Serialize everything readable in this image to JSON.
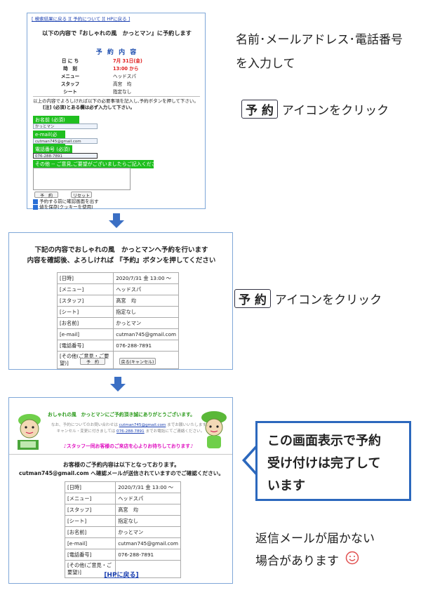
{
  "panel1": {
    "top_links": "[ 検索結果に戻る ][ 予約について ][ HPに戻る ]",
    "heading": "以下の内容で『おしゃれの風　かっとマン』に予約します",
    "section_title": "予 約 内 容",
    "rows": [
      {
        "label": "日 に ち",
        "value": "7月 31日(金)",
        "red": true
      },
      {
        "label": "時　刻",
        "value": "13:00 から",
        "red": true
      },
      {
        "label": "メニュー",
        "value": "ヘッドスパ",
        "red": false
      },
      {
        "label": "スタッフ",
        "value": "高宮　均",
        "red": false
      },
      {
        "label": "シート",
        "value": "指定なし",
        "red": false
      }
    ],
    "instruction_1": "以上の内容でよろしければ以下の必要事項を記入し,予約ボタンを押して下さい。",
    "instruction_2": "[注] (必須)とある欄は必ず入力して下さい。",
    "name_label": "お名前 (必須)",
    "name_value": "かっとマン",
    "email_label": "e-mail(必須)",
    "email_value": "cutman745@gmail.com",
    "phone_label": "電話番号 (必須)",
    "phone_value": "076-288-7891",
    "other_label": "その他 -- ご意見,ご要望がございましたらご記入ください --",
    "reserve_btn": "予　約",
    "reset_btn": "リセット",
    "check_confirm": "予約する前に確認画面を出す",
    "check_save": "値を保存(クッキーを使用)"
  },
  "note1": {
    "line1": "名前･メールアドレス･電話番号",
    "line2": "を入力して"
  },
  "note2": {
    "key": "予 約",
    "text": "アイコンをクリック"
  },
  "panel2": {
    "line1": "下記の内容でおしゃれの風　かっとマンへ予約を行います",
    "line2": "内容を確認後、よろしければ 『予約』ボタンを押してください",
    "rows": [
      {
        "label": "[日時]",
        "value": "2020/7/31 金 13:00 ～"
      },
      {
        "label": "[メニュー]",
        "value": "ヘッドスパ"
      },
      {
        "label": "[スタッフ]",
        "value": "高宮　均"
      },
      {
        "label": "[シート]",
        "value": "指定なし"
      },
      {
        "label": "[お名前]",
        "value": "かっとマン"
      },
      {
        "label": "[e-mail]",
        "value": "cutman745@gmail.com"
      },
      {
        "label": "[電話番号]",
        "value": "076-288-7891"
      },
      {
        "label": "[その他(ご意見・ご要望)]",
        "value": ""
      }
    ],
    "reserve_btn": "予　約",
    "back_btn": "戻る(キャンセル)"
  },
  "note3": {
    "key": "予 約",
    "text": "アイコンをクリック"
  },
  "panel3": {
    "thanks": "おしゃれの風　かっとマンにご予約頂き誠にありがとうございます。",
    "inquiry_pre": "なお、予約についてのお問い合わせは",
    "inquiry_email": "cutman745@gmail.com",
    "inquiry_post": "までお願いいたします。",
    "cancel_pre": "キャンセル・変更に付きましては",
    "cancel_phone": "076-288-7891",
    "cancel_post": "までお電話にてご連絡ください。",
    "staff_msg": "♪スタッフ一同お客様のご来店を心よりお待ちしております♪",
    "summary1": "お客様のご予約内容は以下となっております。",
    "summary2": "cutman745@gmail.com へ確認メールが送信されていますのでご確認ください。",
    "rows": [
      {
        "label": "[日時]",
        "value": "2020/7/31 金 13:00 ～"
      },
      {
        "label": "[メニュー]",
        "value": "ヘッドスパ"
      },
      {
        "label": "[スタッフ]",
        "value": "高宮　均"
      },
      {
        "label": "[シート]",
        "value": "指定なし"
      },
      {
        "label": "[お名前]",
        "value": "かっとマン"
      },
      {
        "label": "[e-mail]",
        "value": "cutman745@gmail.com"
      },
      {
        "label": "[電話番号]",
        "value": "076-288-7891"
      },
      {
        "label": "[その他(ご意見・ご要望)]",
        "value": ""
      }
    ],
    "hp_link": "[HPに戻る]"
  },
  "callout": {
    "line1": "この画面表示で予約",
    "line2": "受け付けは完了して",
    "line3": "います"
  },
  "note4": {
    "line1": "返信メールが届かない",
    "line2": "場合があります"
  },
  "colors": {
    "accent_blue": "#3b6fc4",
    "form_green": "#1fbf1f",
    "title_blue": "#1f4fb0",
    "thanks_green": "#2a9a1a",
    "magenta": "#e010c0",
    "red": "#e02020"
  }
}
